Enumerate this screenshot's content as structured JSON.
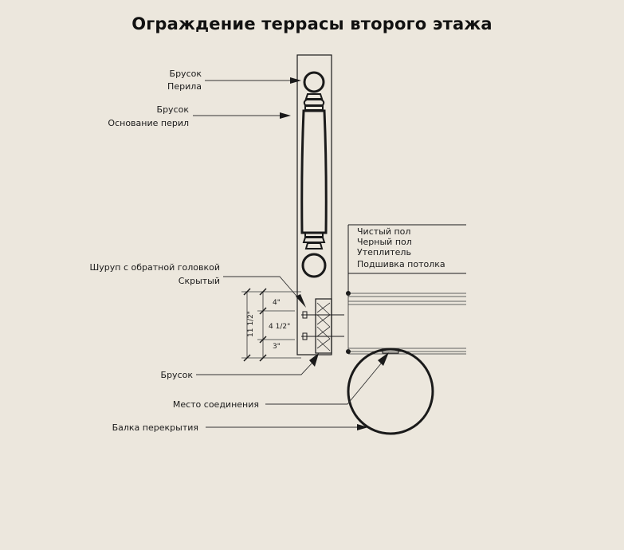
{
  "title": "Ограждение террасы второго этажа",
  "labels": {
    "rail_1": "Брусок",
    "rail_2": "Перила",
    "base_1": "Брусок",
    "base_2": "Основание перил",
    "screw_1": "Шуруп с обратной головкой",
    "screw_2": "Скрытый",
    "block": "Брусок",
    "joint": "Место соединения",
    "beam": "Балка перекрытия"
  },
  "layers": [
    "Чистый пол",
    "Черный пол",
    "Утеплитель",
    "Подшивка потолка"
  ],
  "dimensions": {
    "total": "11 1/2\"",
    "top": "4\"",
    "middle": "4 1/2\"",
    "bottom": "3\""
  },
  "colors": {
    "background": "#ece7dd",
    "ink": "#1a1a1a"
  }
}
